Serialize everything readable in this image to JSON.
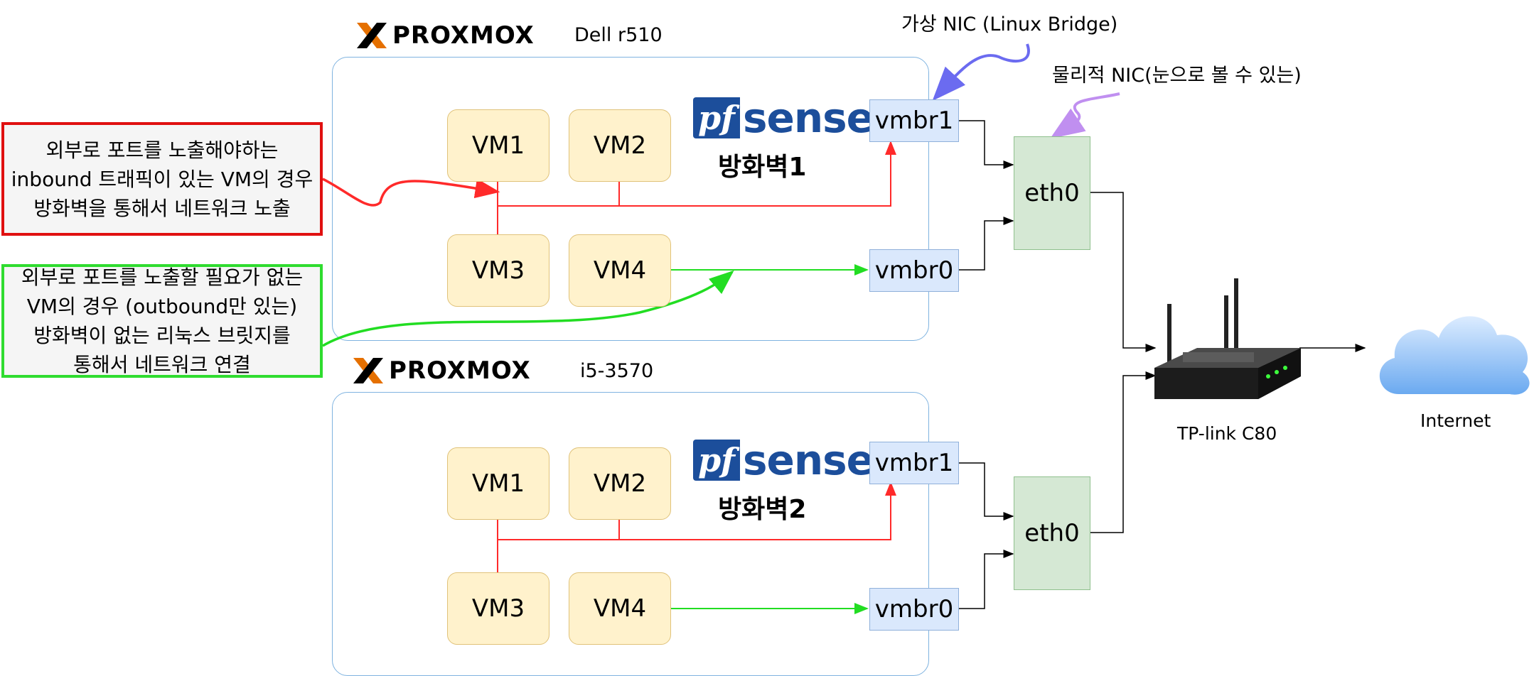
{
  "hosts": [
    {
      "brand": "PROXMOX",
      "name": "Dell r510",
      "vms": [
        "VM1",
        "VM2",
        "VM3",
        "VM4"
      ],
      "firewall_logo_prefix": "pf",
      "firewall_logo_word": "sense",
      "firewall_label": "방화벽1",
      "bridge_top": "vmbr1",
      "bridge_bottom": "vmbr0",
      "nic": "eth0"
    },
    {
      "brand": "PROXMOX",
      "name": "i5-3570",
      "vms": [
        "VM1",
        "VM2",
        "VM3",
        "VM4"
      ],
      "firewall_logo_prefix": "pf",
      "firewall_logo_word": "sense",
      "firewall_label": "방화벽2",
      "bridge_top": "vmbr1",
      "bridge_bottom": "vmbr0",
      "nic": "eth0"
    }
  ],
  "annotations": {
    "virtual_nic": "가상 NIC (Linux Bridge)",
    "physical_nic": "물리적 NIC(눈으로 볼 수 있는)",
    "note_red": "외부로 포트를 노출해야하는\ninbound 트래픽이 있는 VM의 경우\n방화벽을 통해서 네트워크 노출",
    "note_green": "외부로 포트를 노출할 필요가 없는\nVM의 경우 (outbound만 있는)\n방화벽이 없는 리눅스 브릿지를\n통해서 네트워크 연결"
  },
  "router": {
    "label": "TP-link C80"
  },
  "internet": {
    "label": "Internet"
  },
  "colors": {
    "host_border": "#7fb3e0",
    "vm_fill": "#fff2cc",
    "bridge_fill": "#dae8fc",
    "nic_fill": "#d5e8d4",
    "red_path": "#ff2a2a",
    "green_path": "#22dd22",
    "proxmox_orange": "#e57000",
    "pfsense_blue": "#1c4e9b",
    "arrow_blue": "#6b6bf0",
    "arrow_violet": "#c08ff0"
  }
}
